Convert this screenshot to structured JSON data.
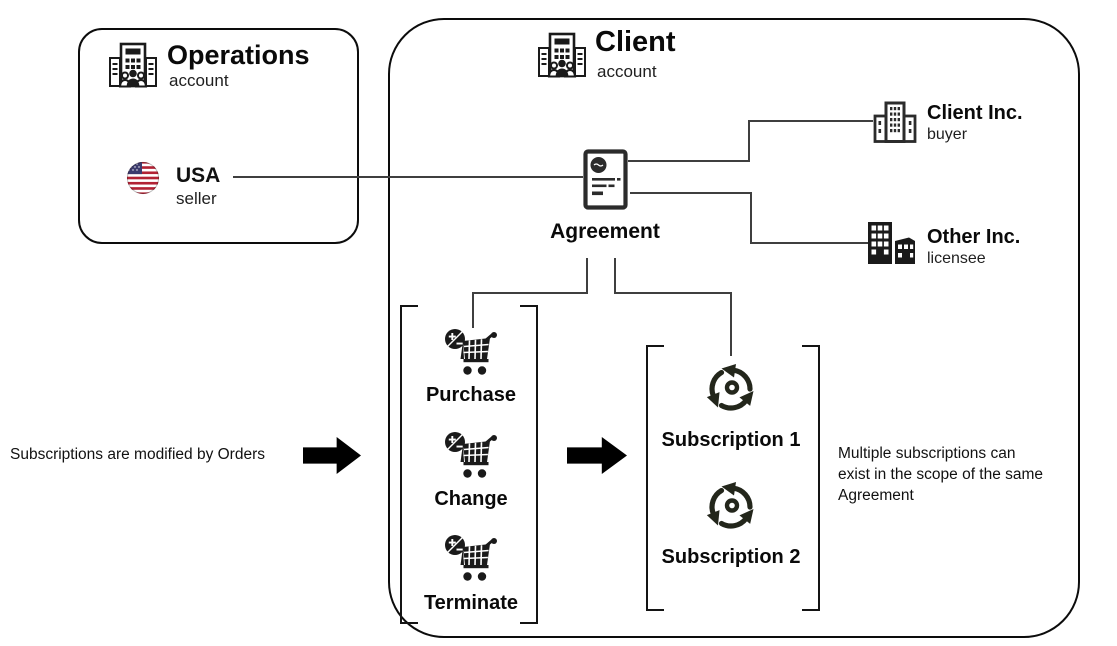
{
  "colors": {
    "ink": "#1a1a1a",
    "icon_dark": "#2b2b2b",
    "connector": "#3f3f3f",
    "subscription_icon": "#23261b",
    "flag_red": "#b22234",
    "flag_blue": "#3c3b6e"
  },
  "operations_box": {
    "title": "Operations",
    "subtitle": "account",
    "seller": {
      "name": "USA",
      "role": "seller"
    }
  },
  "client_box": {
    "title": "Client",
    "subtitle": "account",
    "agreement": {
      "label": "Agreement"
    },
    "buyer": {
      "name": "Client Inc.",
      "role": "buyer"
    },
    "licensee": {
      "name": "Other Inc.",
      "role": "licensee"
    },
    "orders": {
      "items": [
        {
          "label": "Purchase"
        },
        {
          "label": "Change"
        },
        {
          "label": "Terminate"
        }
      ]
    },
    "subscriptions": {
      "items": [
        {
          "label": "Subscription 1"
        },
        {
          "label": "Subscription 2"
        }
      ]
    }
  },
  "annotations": {
    "left_note": "Subscriptions are modified by Orders",
    "right_note": "Multiple subscriptions can exist in the scope of the same Agreement"
  },
  "icons": [
    "company-icon",
    "usa-flag-icon",
    "agreement-document-icon",
    "building-icon",
    "buildings-icon",
    "order-cart-icon",
    "subscription-cycle-icon",
    "solid-right-arrow-icon"
  ]
}
